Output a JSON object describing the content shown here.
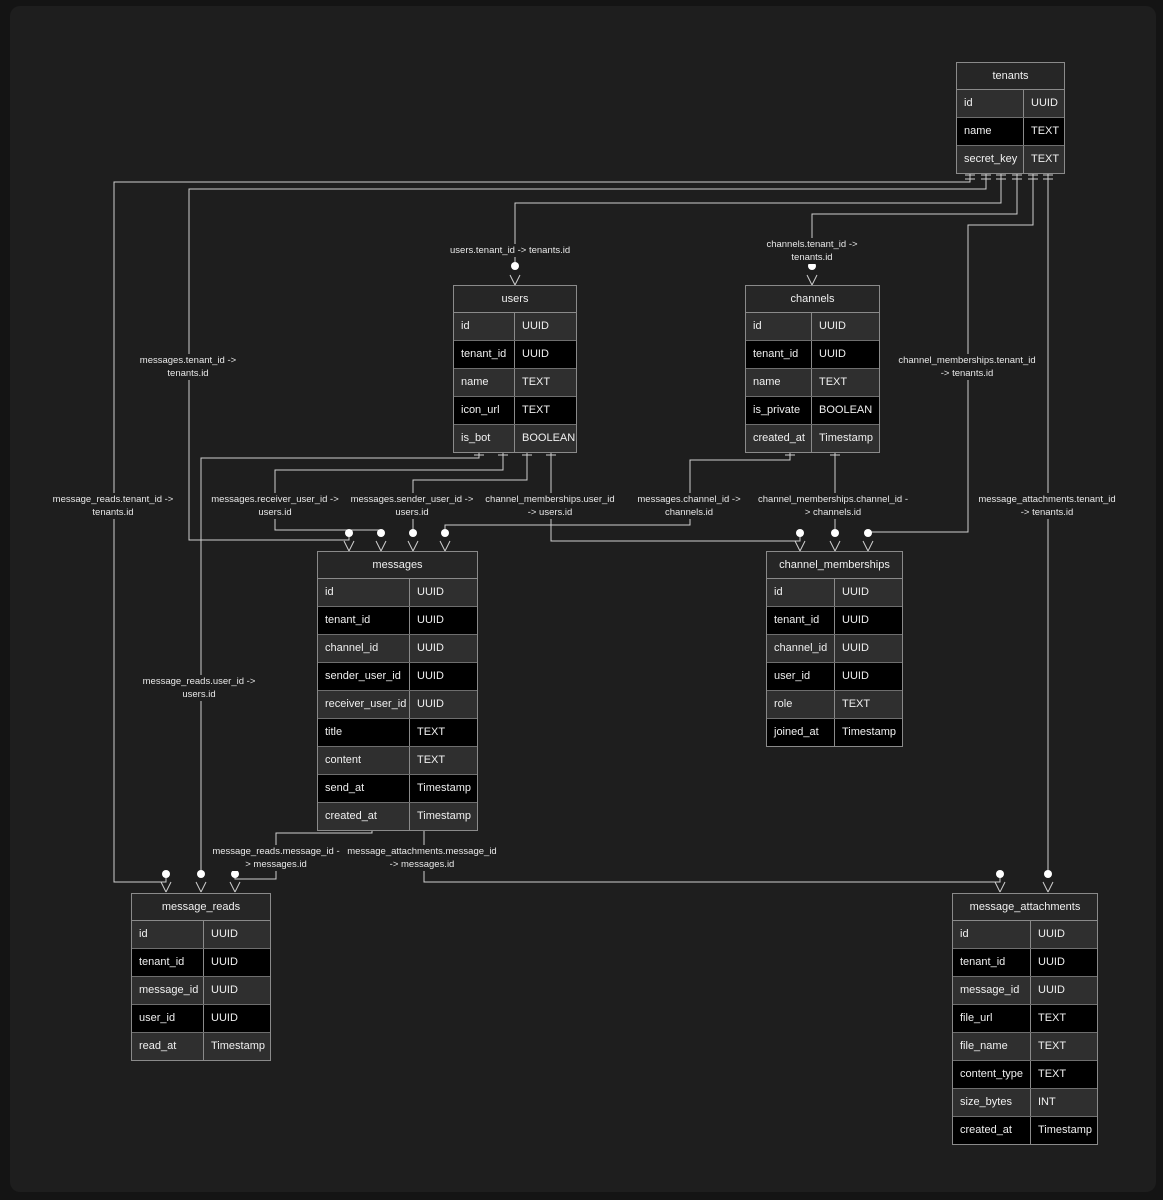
{
  "entities": {
    "tenants": {
      "title": "tenants",
      "columns": [
        {
          "name": "id",
          "type": "UUID"
        },
        {
          "name": "name",
          "type": "TEXT"
        },
        {
          "name": "secret_key",
          "type": "TEXT"
        }
      ]
    },
    "users": {
      "title": "users",
      "columns": [
        {
          "name": "id",
          "type": "UUID"
        },
        {
          "name": "tenant_id",
          "type": "UUID"
        },
        {
          "name": "name",
          "type": "TEXT"
        },
        {
          "name": "icon_url",
          "type": "TEXT"
        },
        {
          "name": "is_bot",
          "type": "BOOLEAN"
        }
      ]
    },
    "channels": {
      "title": "channels",
      "columns": [
        {
          "name": "id",
          "type": "UUID"
        },
        {
          "name": "tenant_id",
          "type": "UUID"
        },
        {
          "name": "name",
          "type": "TEXT"
        },
        {
          "name": "is_private",
          "type": "BOOLEAN"
        },
        {
          "name": "created_at",
          "type": "Timestamp"
        }
      ]
    },
    "messages": {
      "title": "messages",
      "columns": [
        {
          "name": "id",
          "type": "UUID"
        },
        {
          "name": "tenant_id",
          "type": "UUID"
        },
        {
          "name": "channel_id",
          "type": "UUID"
        },
        {
          "name": "sender_user_id",
          "type": "UUID"
        },
        {
          "name": "receiver_user_id",
          "type": "UUID"
        },
        {
          "name": "title",
          "type": "TEXT"
        },
        {
          "name": "content",
          "type": "TEXT"
        },
        {
          "name": "send_at",
          "type": "Timestamp"
        },
        {
          "name": "created_at",
          "type": "Timestamp"
        }
      ]
    },
    "channel_memberships": {
      "title": "channel_memberships",
      "columns": [
        {
          "name": "id",
          "type": "UUID"
        },
        {
          "name": "tenant_id",
          "type": "UUID"
        },
        {
          "name": "channel_id",
          "type": "UUID"
        },
        {
          "name": "user_id",
          "type": "UUID"
        },
        {
          "name": "role",
          "type": "TEXT"
        },
        {
          "name": "joined_at",
          "type": "Timestamp"
        }
      ]
    },
    "message_reads": {
      "title": "message_reads",
      "columns": [
        {
          "name": "id",
          "type": "UUID"
        },
        {
          "name": "tenant_id",
          "type": "UUID"
        },
        {
          "name": "message_id",
          "type": "UUID"
        },
        {
          "name": "user_id",
          "type": "UUID"
        },
        {
          "name": "read_at",
          "type": "Timestamp"
        }
      ]
    },
    "message_attachments": {
      "title": "message_attachments",
      "columns": [
        {
          "name": "id",
          "type": "UUID"
        },
        {
          "name": "tenant_id",
          "type": "UUID"
        },
        {
          "name": "message_id",
          "type": "UUID"
        },
        {
          "name": "file_url",
          "type": "TEXT"
        },
        {
          "name": "file_name",
          "type": "TEXT"
        },
        {
          "name": "content_type",
          "type": "TEXT"
        },
        {
          "name": "size_bytes",
          "type": "INT"
        },
        {
          "name": "created_at",
          "type": "Timestamp"
        }
      ]
    }
  },
  "relationships": {
    "users_tenant": "users.tenant_id -> tenants.id",
    "channels_tenant": "channels.tenant_id -> tenants.id",
    "messages_tenant": "messages.tenant_id -> tenants.id",
    "memberships_tenant": "channel_memberships.tenant_id -> tenants.id",
    "reads_tenant": "message_reads.tenant_id -> tenants.id",
    "messages_receiver": "messages.receiver_user_id -> users.id",
    "messages_sender": "messages.sender_user_id -> users.id",
    "memberships_user": "channel_memberships.user_id -> users.id",
    "messages_channel": "messages.channel_id -> channels.id",
    "memberships_channel": "channel_memberships.channel_id -> channels.id",
    "attachments_tenant": "message_attachments.tenant_id -> tenants.id",
    "reads_user": "message_reads.user_id -> users.id",
    "reads_message": "message_reads.message_id -> messages.id",
    "attachments_message": "message_attachments.message_id -> messages.id"
  },
  "colors": {
    "background": "#1e1e1e",
    "odd_row": "#2f2f2f",
    "even_row": "#000000",
    "border": "#8a8a8a",
    "line": "#cfcfcf"
  }
}
